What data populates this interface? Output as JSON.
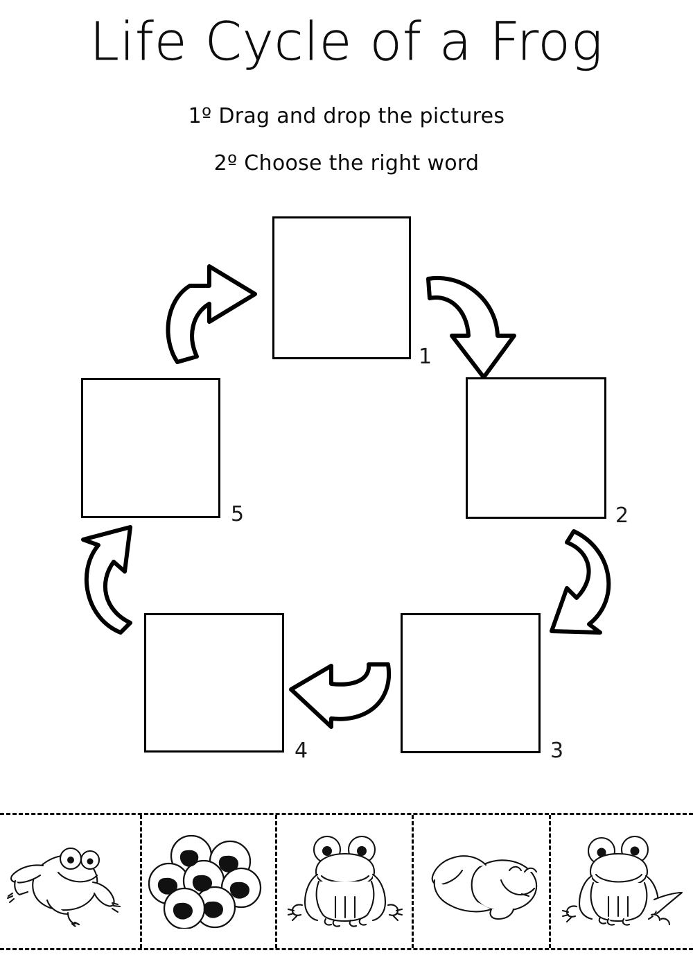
{
  "worksheet": {
    "title": "Life Cycle of a Frog",
    "instructions": [
      "1º Drag and drop the pictures",
      "2º Choose the right word"
    ]
  },
  "cycle": {
    "boxes": [
      {
        "number": "1",
        "label": "drop-target-1",
        "value": ""
      },
      {
        "number": "2",
        "label": "drop-target-2",
        "value": ""
      },
      {
        "number": "3",
        "label": "drop-target-3",
        "value": ""
      },
      {
        "number": "4",
        "label": "drop-target-4",
        "value": ""
      },
      {
        "number": "5",
        "label": "drop-target-5",
        "value": ""
      }
    ],
    "arrows": [
      {
        "icon": "curved-arrow-up-right-icon",
        "from": "5",
        "to": "1"
      },
      {
        "icon": "curved-arrow-down-icon",
        "from": "1",
        "to": "2"
      },
      {
        "icon": "curved-arrow-down-left-icon",
        "from": "2",
        "to": "3"
      },
      {
        "icon": "curved-arrow-left-icon",
        "from": "3",
        "to": "4"
      },
      {
        "icon": "curved-arrow-up-icon",
        "from": "4",
        "to": "5"
      }
    ]
  },
  "picture_bank": {
    "items": [
      {
        "icon": "frog-jumping-icon",
        "name": "frog-side-view"
      },
      {
        "icon": "frog-eggs-icon",
        "name": "frog-eggs-spawn"
      },
      {
        "icon": "frog-front-icon",
        "name": "frog-front-view"
      },
      {
        "icon": "tadpole-icon",
        "name": "tadpole"
      },
      {
        "icon": "froglet-icon",
        "name": "froglet-with-tail"
      }
    ]
  },
  "colors": {
    "ink": "#000000",
    "paper": "#ffffff"
  }
}
